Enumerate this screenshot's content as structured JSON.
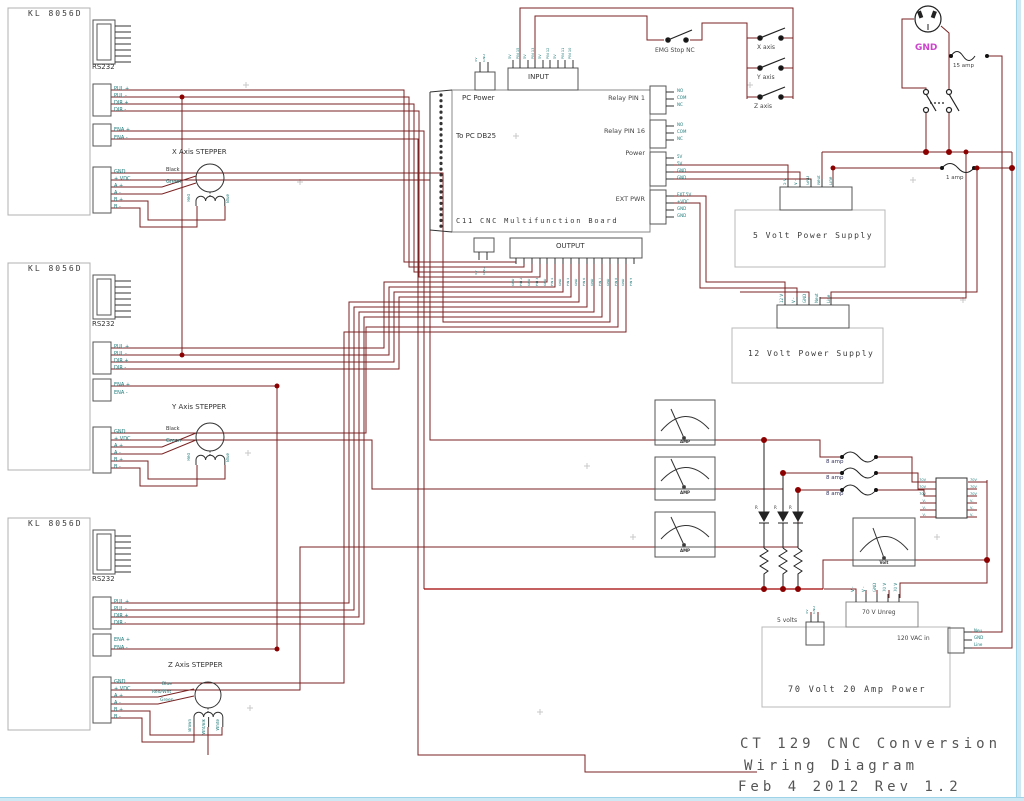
{
  "colors": {
    "wire": "#7a2222",
    "bus": "#a00000",
    "junction": "#8b0000",
    "pin_text": "#1f7a7a",
    "gnd_magenta": "#cc44cc"
  },
  "title_block": {
    "line1": "CT 129 CNC Conversion",
    "line2": "Wiring Diagram",
    "line3": "Feb 4 2012 Rev 1.2"
  },
  "drivers": [
    {
      "model": "KL 8056D",
      "port": "RS232",
      "signal_pins": [
        "PUL +",
        "PUL -",
        "DIR +",
        "DIR -"
      ],
      "enable_pins": [
        "ENA +",
        "ENA -"
      ],
      "motor_pins": [
        "GND",
        "+ VDC",
        "A +",
        "A -",
        "B +",
        "B -"
      ],
      "stepper_label": "X Axis STEPPER",
      "motor_wires": [
        "Black",
        "Green"
      ],
      "coil_wires": [
        "Red",
        "Blue"
      ]
    },
    {
      "model": "KL 8056D",
      "port": "RS232",
      "signal_pins": [
        "PUL +",
        "PUL -",
        "DIR +",
        "DIR -"
      ],
      "enable_pins": [
        "ENA +",
        "ENA -"
      ],
      "motor_pins": [
        "GND",
        "+ VDC",
        "A +",
        "A -",
        "B +",
        "B -"
      ],
      "stepper_label": "Y Axis STEPPER",
      "motor_wires": [
        "Black",
        "Green"
      ],
      "coil_wires": [
        "Red",
        "Blue"
      ]
    },
    {
      "model": "KL 8056D",
      "port": "RS232",
      "signal_pins": [
        "PUL +",
        "PUL -",
        "DIR +",
        "DIR -"
      ],
      "enable_pins": [
        "ENA +",
        "ENA -"
      ],
      "motor_pins": [
        "GND",
        "+ VDC",
        "A +",
        "A -",
        "B +",
        "B -"
      ],
      "stepper_label": "Z Axis STEPPER",
      "motor_wires": [
        "Blue",
        "Red/Wht",
        "Green"
      ],
      "coil_wires": [
        "Brown",
        "Wht/Blk",
        "White"
      ]
    }
  ],
  "board": {
    "title": "C11  CNC Multifunction Board",
    "pc_power": "PC Power",
    "pc_power_pins": [
      "5V",
      "GND"
    ],
    "db25": "To PC DB25",
    "input": "INPUT",
    "input_pins": [
      "5V",
      "PIN 15",
      "5V",
      "PIN 13",
      "5V",
      "PIN 12",
      "5V",
      "PIN 11",
      "PIN 10"
    ],
    "output": "OUTPUT",
    "output_pins": [
      "GND",
      "PIN 2",
      "GND",
      "PIN 3",
      "GND",
      "PIN 4",
      "GND",
      "PIN 5",
      "GND",
      "PIN 6",
      "GND",
      "PIN 7",
      "GND",
      "PIN 8",
      "GND",
      "PIN 9"
    ],
    "aux_pins": [
      "5V",
      "GND"
    ],
    "relay1": "Relay PIN 1",
    "relay1_pins": [
      "NO",
      "COM",
      "NC"
    ],
    "relay16": "Relay PIN 16",
    "relay16_pins": [
      "NO",
      "COM",
      "NC"
    ],
    "power": "Power",
    "power_pins": [
      "5V",
      "5V",
      "GND",
      "GND"
    ],
    "extpwr": "EXT PWR",
    "extpwr_pins": [
      "EXT 5V",
      "+VDC",
      "GND",
      "GND"
    ]
  },
  "switches": {
    "emg": "EMG Stop NC",
    "x": "X axis",
    "y": "Y axis",
    "z": "Z axis"
  },
  "mains": {
    "gnd": "GND",
    "fuse_15": "15 amp",
    "fuse_1": "1 amp"
  },
  "fuses_8amp": [
    "8 amp",
    "8 amp",
    "8 amp"
  ],
  "supplies": {
    "s5": {
      "label": "5 Volt Power Supply",
      "pins": [
        "5 V",
        "V -",
        "GND",
        "Neut",
        "Line"
      ]
    },
    "s12": {
      "label": "12 Volt Power Supply",
      "pins": [
        "12 V",
        "V -",
        "GND",
        "Neut",
        "Line"
      ]
    }
  },
  "meters": {
    "amp_labels": [
      "AMP",
      "AMP",
      "AMP"
    ],
    "volt_label": "Volt"
  },
  "led_bank": {
    "labels": [
      "R",
      "R",
      "R"
    ]
  },
  "dist_block": {
    "left_pins": [
      "70V",
      "70V",
      "70V",
      "V-",
      "V-",
      "V-"
    ],
    "right_pins": [
      "70V",
      "70V",
      "70V",
      "V-",
      "V-",
      "V-"
    ]
  },
  "power70": {
    "label": "70 Volt 20 Amp Power",
    "unreg": "70 V Unreg",
    "unreg_pins": [
      "V -",
      "V -",
      "GND",
      "70 V",
      "70 V"
    ],
    "vac": "120 VAC in",
    "vac_pins": [
      "Neu",
      "GND",
      "Line"
    ],
    "aux": "5 volts",
    "aux_pins": [
      "5V",
      "GND"
    ]
  }
}
